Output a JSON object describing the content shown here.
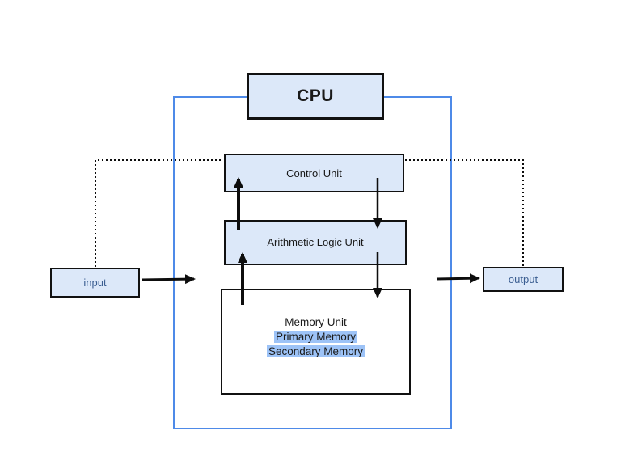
{
  "diagram": {
    "type": "cpu-architecture-block-diagram",
    "nodes": {
      "cpu": {
        "label": "CPU"
      },
      "control_unit": {
        "label": "Control Unit"
      },
      "alu": {
        "label": "Arithmetic Logic Unit"
      },
      "memory": {
        "title": "Memory Unit",
        "items": [
          "Primary Memory",
          "Secondary Memory"
        ]
      },
      "input": {
        "label": "input"
      },
      "output": {
        "label": "output"
      }
    },
    "connections": [
      {
        "from": "alu",
        "to": "control_unit",
        "style": "solid-arrow-up"
      },
      {
        "from": "control_unit",
        "to": "alu",
        "style": "solid-arrow-down"
      },
      {
        "from": "memory",
        "to": "alu",
        "style": "solid-arrow-up"
      },
      {
        "from": "alu",
        "to": "memory",
        "style": "solid-arrow-down"
      },
      {
        "from": "input",
        "to": "cpu-boundary",
        "style": "solid-arrow-right"
      },
      {
        "from": "cpu-boundary",
        "to": "output",
        "style": "solid-arrow-right"
      },
      {
        "from": "input",
        "to": "control_unit",
        "style": "dotted"
      },
      {
        "from": "control_unit",
        "to": "output",
        "style": "dotted"
      }
    ],
    "colors": {
      "box_fill": "#dce8f9",
      "memory_fill": "#ffffff",
      "outer_boundary": "#4e8ae8",
      "box_border": "#111111",
      "highlight": "#9dc3f7",
      "io_text": "#3b5e91",
      "line": "#0d0d0d"
    }
  }
}
